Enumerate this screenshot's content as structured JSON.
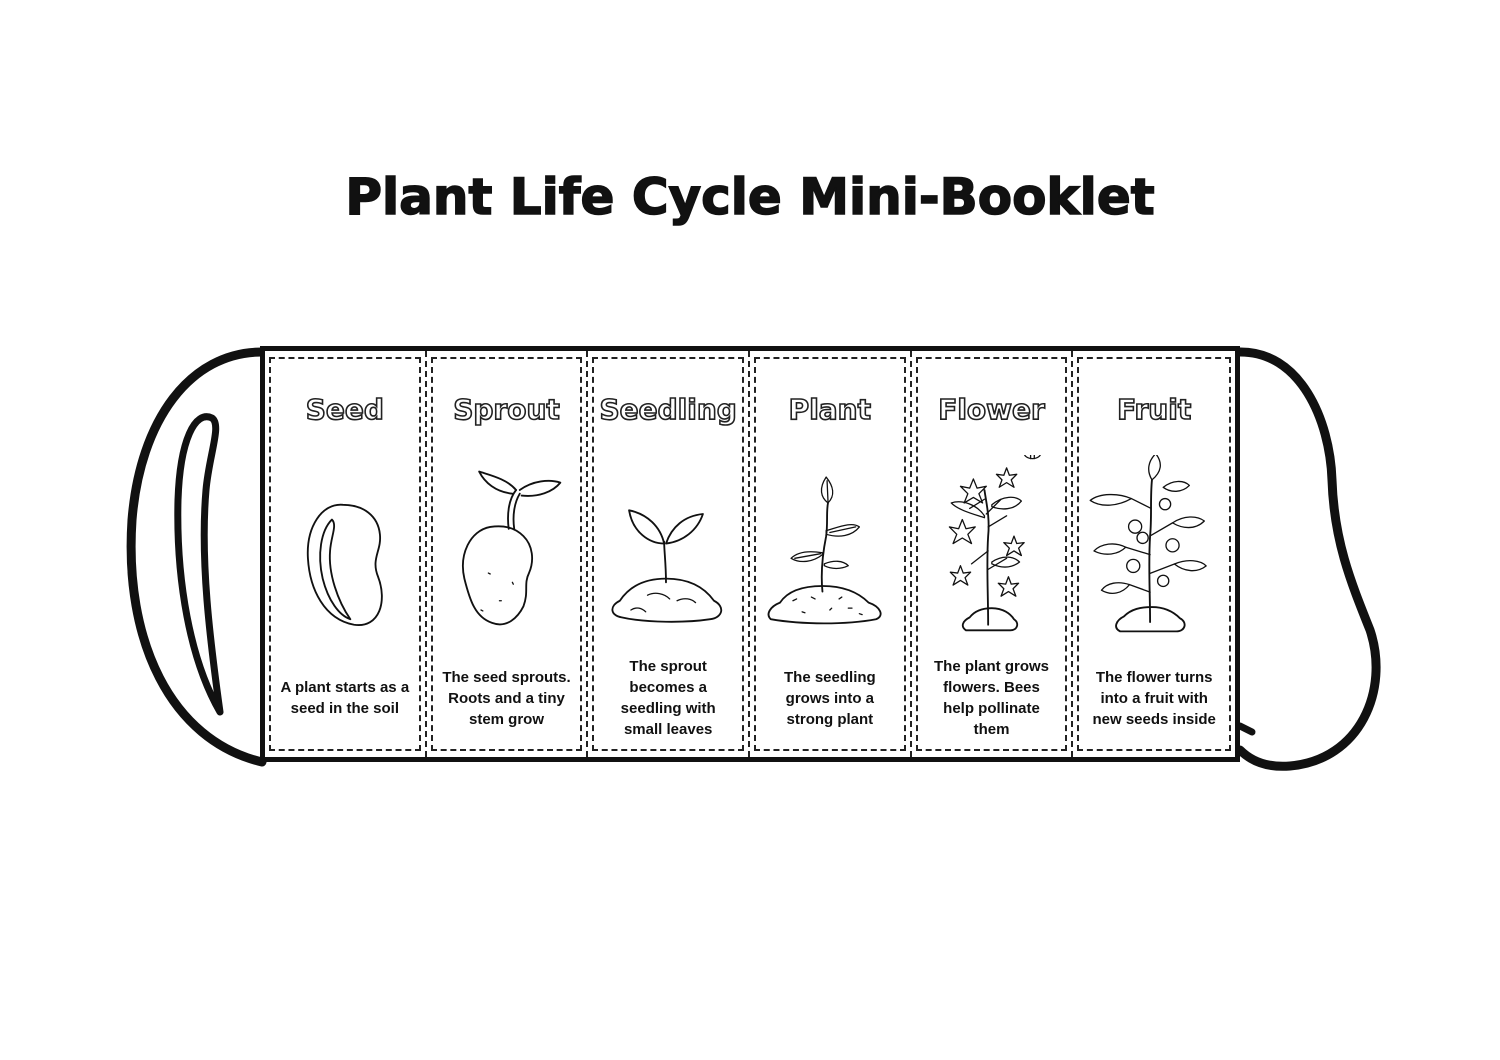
{
  "page": {
    "title": "Plant Life Cycle Mini-Booklet"
  },
  "panels": [
    {
      "heading": "Seed",
      "text": "A plant starts as a seed in the soil",
      "icon": "bean-seed-icon"
    },
    {
      "heading": "Sprout",
      "text": "The seed sprouts. Roots and a tiny stem grow",
      "icon": "sprouting-seed-icon"
    },
    {
      "heading": "Seedling",
      "text": "The sprout becomes a seedling with small leaves",
      "icon": "seedling-icon"
    },
    {
      "heading": "Plant",
      "text": "The seedling grows into a strong plant",
      "icon": "young-plant-icon"
    },
    {
      "heading": "Flower",
      "text": "The plant grows flowers. Bees help pollinate them",
      "icon": "flowering-plant-icon"
    },
    {
      "heading": "Fruit",
      "text": "The flower turns into a fruit with new seeds inside",
      "icon": "fruiting-plant-icon"
    }
  ],
  "colors": {
    "ink": "#111111",
    "paper": "#ffffff"
  }
}
